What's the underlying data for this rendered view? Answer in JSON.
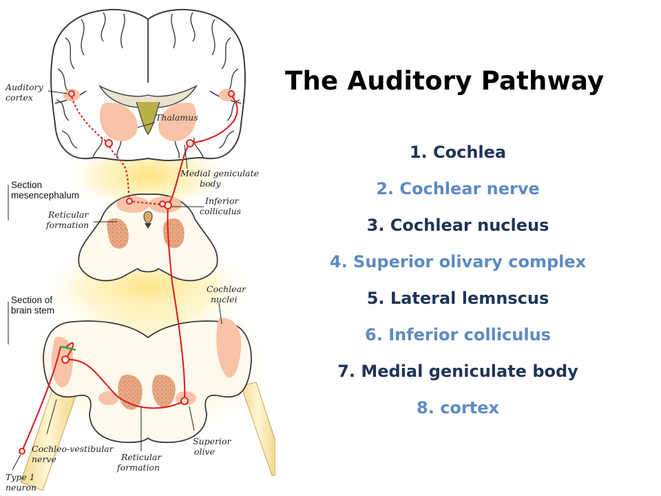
{
  "title": "The Auditory Pathway",
  "steps": [
    {
      "text": "1. Cochlea",
      "color": "#1f3457"
    },
    {
      "text": "2. Cochlear nerve",
      "color": "#5d8bc3"
    },
    {
      "text": "3. Cochlear nucleus",
      "color": "#1f3457"
    },
    {
      "text": "4. Superior olivary complex",
      "color": "#5d8bc3"
    },
    {
      "text": "5. Lateral lemnscus",
      "color": "#1f3457"
    },
    {
      "text": "6. Inferior colliculus",
      "color": "#5d8bc3"
    },
    {
      "text": "7. Medial geniculate body",
      "color": "#1f3457"
    },
    {
      "text": "8. cortex",
      "color": "#5d8bc3"
    }
  ],
  "diagram": {
    "auditory_cortex": [
      "Auditory",
      "cortex"
    ],
    "thalamus": "Thalamus",
    "medial_geniculate": [
      "Medial geniculate",
      "body"
    ],
    "section_mes": [
      "Section",
      "mesencephalum"
    ],
    "inferior_colliculus": [
      "Inferior",
      "colliculus"
    ],
    "reticular_formation_top": [
      "Reticular",
      "formation"
    ],
    "section_bs": [
      "Section of",
      "brain stem"
    ],
    "cochlear_nuclei": [
      "Cochlear",
      "nuclei"
    ],
    "cochleo_vestibular": [
      "Cochleo-vestibular",
      "nerve"
    ],
    "reticular_formation_bottom": [
      "Reticular",
      "formation"
    ],
    "superior_olive": [
      "Superior",
      "olive"
    ],
    "type1_neuron": [
      "Type 1",
      "neuron"
    ]
  },
  "colors": {
    "pathway": "#d8262a",
    "tissue": "#f6b99a",
    "outline": "#3a3a3a",
    "glow": "#ffe98a"
  }
}
